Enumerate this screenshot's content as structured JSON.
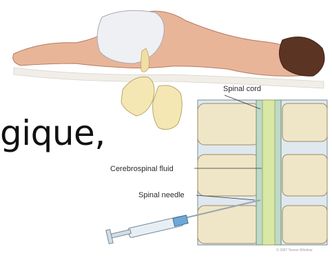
{
  "slide": {
    "visible_text": "gique,"
  },
  "illustration": {
    "labels": {
      "spinal_cord": "Spinal cord",
      "cerebrospinal_fluid": "Cerebrospinal fluid",
      "spinal_needle": "Spinal needle"
    },
    "copyright": "© 2007 Terese Winslow"
  }
}
